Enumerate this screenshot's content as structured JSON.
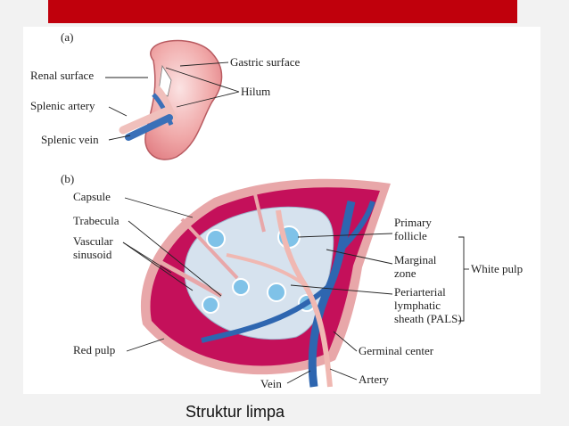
{
  "slide": {
    "caption": "Struktur limpa",
    "colors": {
      "top_bar": "#c0000c",
      "background": "#f2f2f2",
      "figure_bg": "#ffffff"
    }
  },
  "diagram": {
    "panel_a": {
      "tag": "(a)",
      "labels": {
        "renal_surface": "Renal surface",
        "gastric_surface": "Gastric surface",
        "hilum": "Hilum",
        "splenic_artery": "Splenic artery",
        "splenic_vein": "Splenic vein"
      }
    },
    "panel_b": {
      "tag": "(b)",
      "labels": {
        "capsule": "Capsule",
        "trabecula": "Trabecula",
        "vascular_1": "Vascular",
        "vascular_2": "sinusoid",
        "red_pulp": "Red pulp",
        "vein": "Vein",
        "artery": "Artery",
        "germinal_center": "Germinal center",
        "primary_1": "Primary",
        "primary_2": "follicle",
        "marginal_1": "Marginal",
        "marginal_2": "zone",
        "pals_1": "Periarterial",
        "pals_2": "lymphatic",
        "pals_3": "sheath (PALS)",
        "white_pulp": "White pulp"
      }
    },
    "colors": {
      "red_pulp": "#c4105a",
      "vein": "#2e66b0",
      "artery": "#f0b8b2",
      "white_pulp": "#d6e2ee",
      "capsule": "#e8a7a9"
    }
  }
}
